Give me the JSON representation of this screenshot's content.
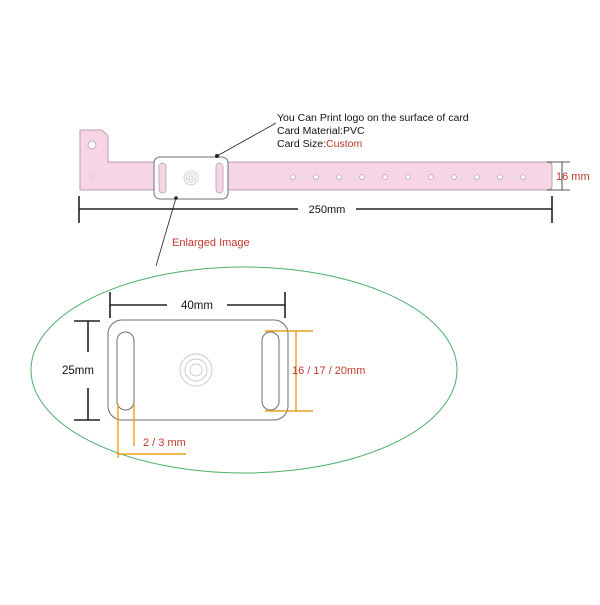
{
  "annotation": {
    "line1": "You Can Print logo on the surface of card",
    "line2": "Card Material:PVC",
    "line3_prefix": "Card Size:",
    "line3_value": "Custom"
  },
  "band": {
    "length_label": "250mm",
    "width_label": "16 mm"
  },
  "enlarged": {
    "title": "Enlarged Image",
    "card_width_label": "40mm",
    "card_height_label": "25mm",
    "slot_length_label": "16 / 17 / 20mm",
    "slot_width_label": "2 / 3 mm"
  },
  "colors": {
    "band_fill": "#f6d6e6",
    "band_stroke": "#b9a0ab",
    "accent_red": "#c0392b",
    "accent_orange": "#e8a020",
    "ellipse_stroke": "#4caf6a"
  }
}
